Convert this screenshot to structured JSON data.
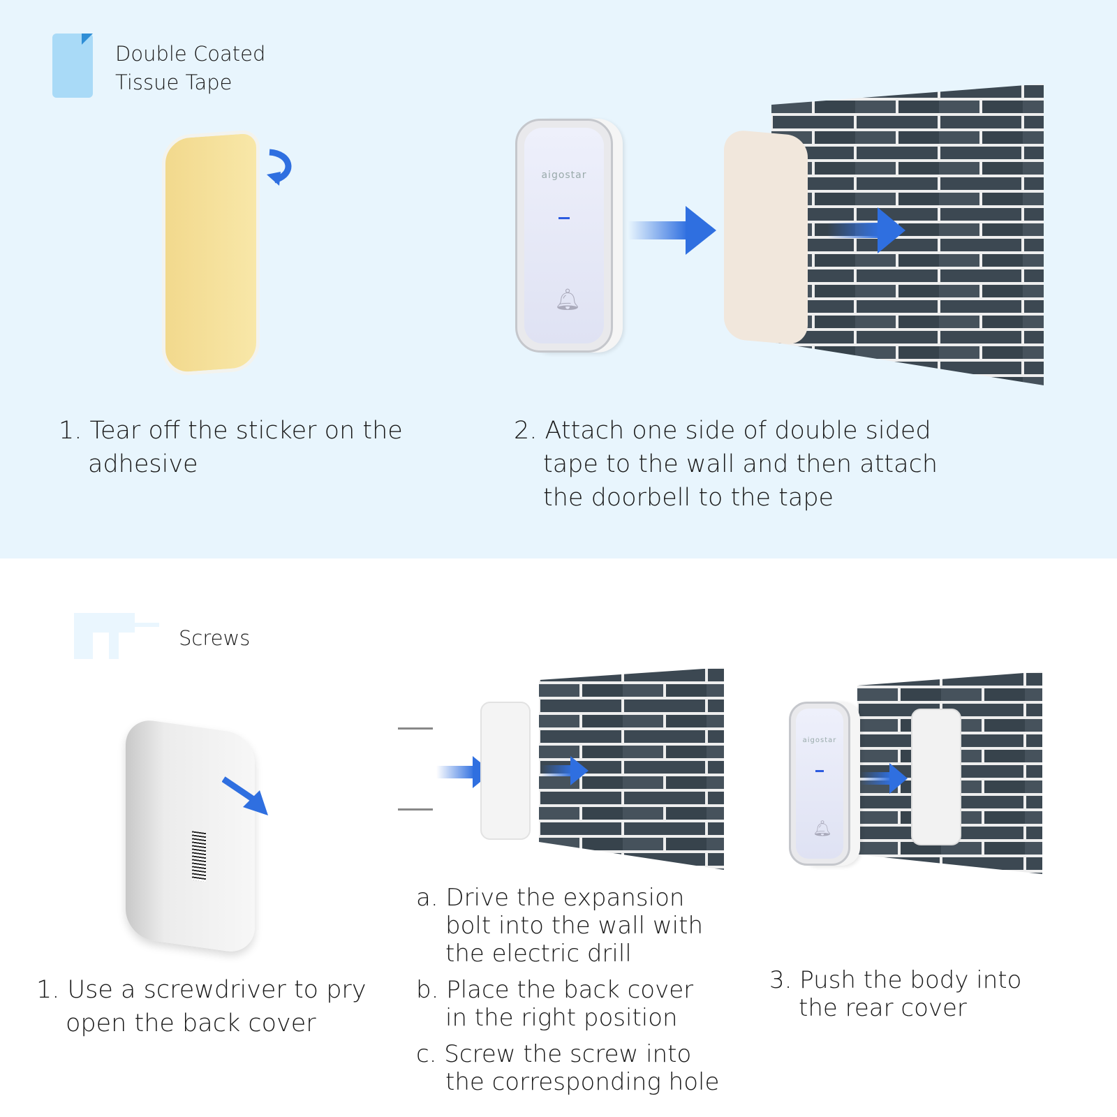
{
  "top_section": {
    "legend_icon": "tape-sheet-icon",
    "legend_label_line1": "Double Coated",
    "legend_label_line2": "Tissue Tape",
    "step1": {
      "line1": "1. Tear off the sticker on the",
      "line2": "adhesive"
    },
    "step2": {
      "line1": "2. Attach one side of double sided",
      "line2": "tape to the wall and then attach",
      "line3": "the doorbell to the tape"
    },
    "doorbell_brand": "aigostar"
  },
  "bottom_section": {
    "legend_icon": "drill-icon",
    "legend_label": "Screws",
    "step1": {
      "line1": "1.  Use a screwdriver to pry",
      "line2": "open the back cover"
    },
    "step_a": {
      "line1": "a. Drive the expansion",
      "line2": "bolt into the wall with",
      "line3": "the electric drill"
    },
    "step_b": {
      "line1": "b. Place the back cover",
      "line2": "in the right position"
    },
    "step_c": {
      "line1": "c. Screw the screw into",
      "line2": "the corresponding hole"
    },
    "step3": {
      "line1": "3. Push the body into",
      "line2": "the rear cover"
    },
    "doorbell_brand": "aigostar"
  },
  "colors": {
    "top_bg": "#e8f5fd",
    "arrow": "#2f6fe0",
    "brick": "#3c4852",
    "mortar": "#f2f2f2",
    "tape": "#f5dc8c"
  }
}
